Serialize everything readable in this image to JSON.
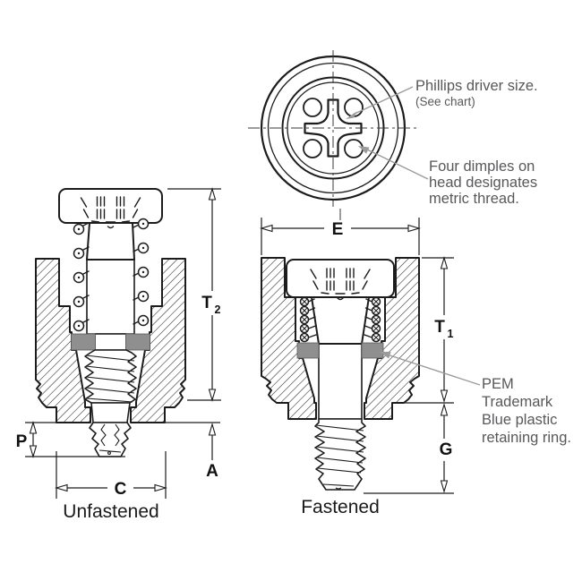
{
  "annotations": {
    "phillips": {
      "line1": "Phillips driver size.",
      "line2": "(See chart)"
    },
    "dimples": {
      "line1": "Four dimples on",
      "line2": "head designates",
      "line3": "metric thread."
    },
    "ring": {
      "line1": "PEM",
      "line2": "Trademark",
      "line3": "Blue plastic",
      "line4": "retaining ring."
    }
  },
  "dimensions": {
    "t2": {
      "main": "T",
      "sub": "2"
    },
    "t1": {
      "main": "T",
      "sub": "1"
    },
    "p": "P",
    "a": "A",
    "c": "C",
    "e": "E",
    "g": "G"
  },
  "views": {
    "unfastened_label": "Unfastened",
    "fastened_label": "Fastened"
  },
  "colors": {
    "line": "#1c1c1c",
    "retaining_ring": "#8f8f8f",
    "annotation_text": "#58585a",
    "leader": "#9b9b9b"
  }
}
